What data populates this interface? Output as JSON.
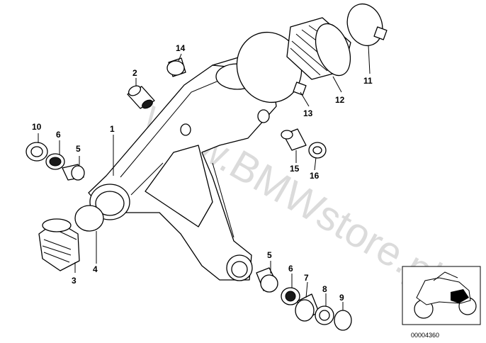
{
  "watermark": "www.BMWstore.pl",
  "reference_number": "00004360",
  "callouts": {
    "c1": "1",
    "c2": "2",
    "c3": "3",
    "c4": "4",
    "c5a": "5",
    "c5b": "5",
    "c6a": "6",
    "c6b": "6",
    "c7": "7",
    "c8": "8",
    "c9": "9",
    "c10": "10",
    "c11": "11",
    "c12": "12",
    "c13": "13",
    "c14": "14",
    "c15": "15",
    "c16": "16"
  },
  "icons": {
    "motorcycle": "motorcycle-silhouette-icon"
  }
}
